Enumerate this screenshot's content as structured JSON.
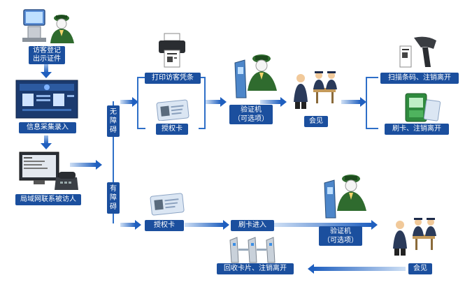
{
  "nodes": {
    "visitor_register": "访客登记\n出示证件",
    "info_capture": "信息采集录入",
    "lan_contact": "局域网联系被访人",
    "no_barrier": "无\n障\n碍",
    "has_barrier": "有\n障\n碍",
    "print_voucher": "打印访客凭条",
    "auth_card_top": "授权卡",
    "verifier_top": "验证机\n（可选项）",
    "meet_top": "会见",
    "scan_barcode": "扫描条码、注销离开",
    "swipe_leave": "刷卡、注销离开",
    "auth_card_bottom": "授权卡",
    "swipe_enter": "刷卡进入",
    "verifier_bottom": "验证机\n（可选项）",
    "meet_bottom": "会见",
    "return_card": "回收卡片、注销离开"
  },
  "colors": {
    "label_bg": "#1b4f9e",
    "arrow": "#2e6fc8",
    "uniform": "#2f6b2e"
  }
}
